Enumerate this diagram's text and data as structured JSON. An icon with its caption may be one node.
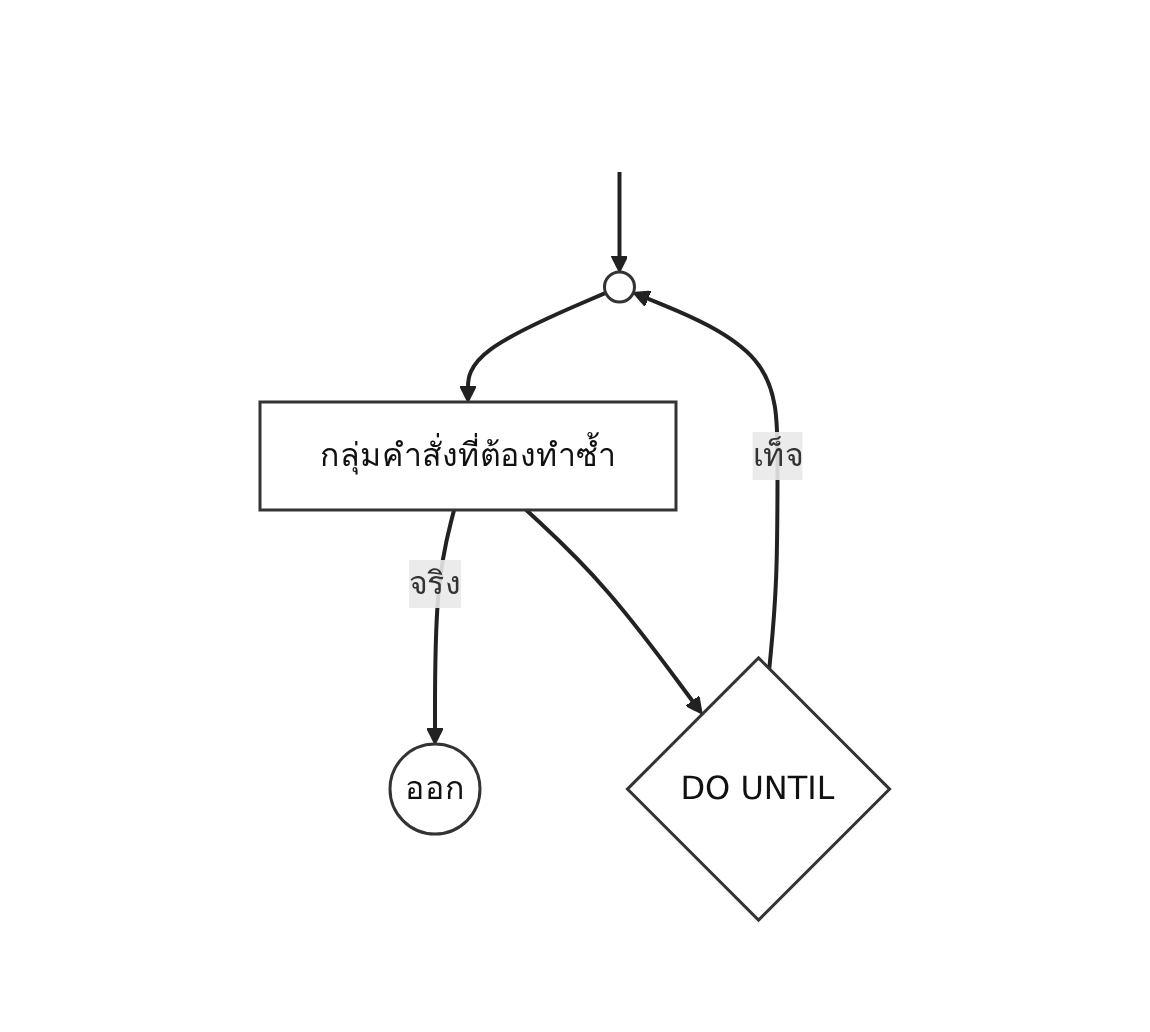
{
  "diagram": {
    "nodes": [
      {
        "text": [],
        "shape": "circle"
      },
      {
        "text": [
          "กลุ่มคำสั่งที่ต้องทำซ้ำ"
        ]
      },
      {
        "text": [
          "ออก"
        ]
      },
      {
        "text": [
          "DO UNTIL"
        ]
      }
    ],
    "edges": [
      {
        "from": null,
        "to": 0,
        "arrow": "to"
      },
      {
        "from": 0,
        "to": 1,
        "arrow": "to"
      },
      {
        "from": 1,
        "to": 2,
        "arrow": "to",
        "label": "จริง"
      },
      {
        "from": 1,
        "to": 3,
        "arrow": "to"
      },
      {
        "from": 3,
        "to": 0,
        "arrow": "to",
        "label": "เท็จ"
      }
    ]
  }
}
